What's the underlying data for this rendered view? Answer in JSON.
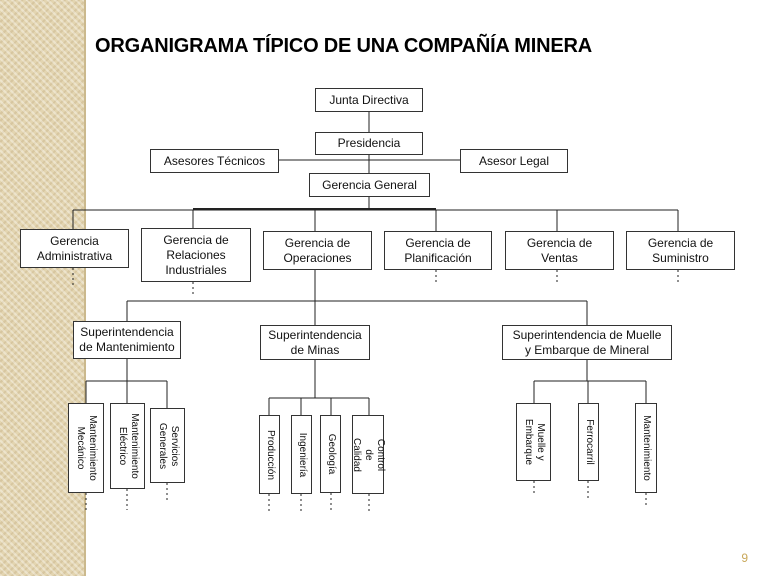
{
  "title": "ORGANIGRAMA TÍPICO DE UNA COMPAÑÍA MINERA",
  "page_number": "9",
  "nodes": {
    "junta": "Junta Directiva",
    "presidencia": "Presidencia",
    "asesores_tecnicos": "Asesores Técnicos",
    "asesor_legal": "Asesor Legal",
    "gerencia_general": "Gerencia General",
    "gerencias": [
      "Gerencia\nAdministrativa",
      "Gerencia de\nRelaciones\nIndustriales",
      "Gerencia de\nOperaciones",
      "Gerencia de\nPlanificación",
      "Gerencia de\nVentas",
      "Gerencia de\nSuministro"
    ],
    "superintendencias": [
      "Superintendencia\nde Mantenimiento",
      "Superintendencia\nde Minas",
      "Superintendencia de Muelle\ny Embarque de Mineral"
    ],
    "mantenimiento_units": [
      "Mantenimiento\nMecánico",
      "Mantenimiento\nEléctrico",
      "Servicios\nGenerales"
    ],
    "minas_units": [
      "Producción",
      "Ingeniería",
      "Geología",
      "Control de\nCalidad"
    ],
    "muelle_units": [
      "Muelle y\nEmbarque",
      "Ferrocarril",
      "Mantenimiento"
    ]
  }
}
